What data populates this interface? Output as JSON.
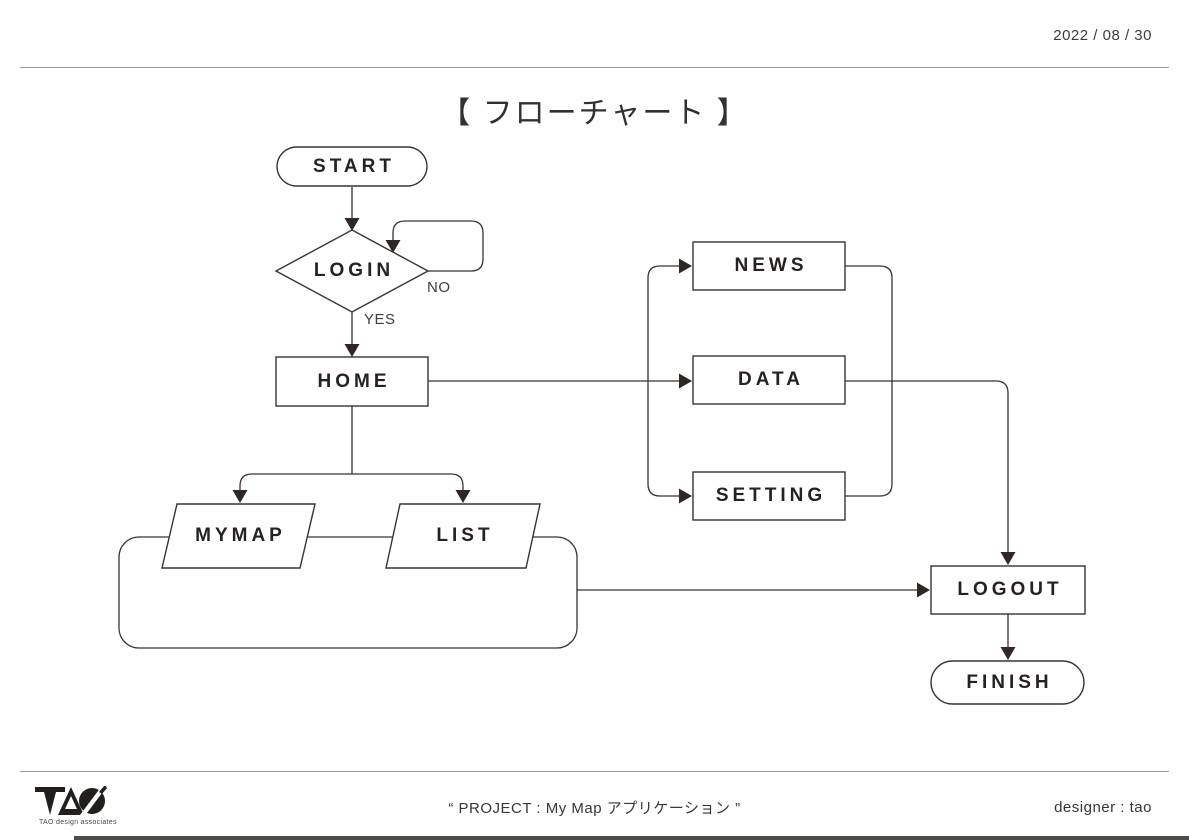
{
  "header": {
    "date": "2022 / 08 / 30",
    "title": "【 フローチャート 】"
  },
  "flowchart": {
    "nodes": {
      "start": {
        "label": "START",
        "type": "terminator"
      },
      "login": {
        "label": "LOGIN",
        "type": "decision"
      },
      "home": {
        "label": "HOME",
        "type": "process"
      },
      "news": {
        "label": "NEWS",
        "type": "process"
      },
      "data": {
        "label": "DATA",
        "type": "process"
      },
      "setting": {
        "label": "SETTING",
        "type": "process"
      },
      "mymap": {
        "label": "MYMAP",
        "type": "input-output"
      },
      "list": {
        "label": "LIST",
        "type": "input-output"
      },
      "logout": {
        "label": "LOGOUT",
        "type": "process"
      },
      "finish": {
        "label": "FINISH",
        "type": "terminator"
      }
    },
    "edge_labels": {
      "yes": "YES",
      "no": "NO"
    }
  },
  "footer": {
    "logo_text": "TAO",
    "logo_subtext": "TAO design associates",
    "project": "“  PROJECT : My Map アプリケーション ”",
    "designer": "designer : tao"
  },
  "colors": {
    "line": "#3a3330",
    "text": "#272120",
    "bottom_bar": "#4e4a4a"
  }
}
